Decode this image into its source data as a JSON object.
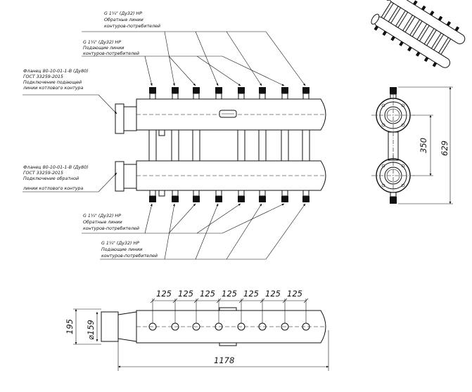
{
  "callouts": {
    "top_return": [
      "G 1¼\" (Ду32) НР",
      "Обратные линии",
      "контуров-потребителей"
    ],
    "top_supply": [
      "G 1¼\" (Ду32) НР",
      "Подающие линии",
      "контуров-потребителей"
    ],
    "flange_supply": [
      "Фланец 80-10-01-1-В (Ду80)",
      "ГОСТ 33259-2015",
      "Подключение подающей",
      "линии котлового контура"
    ],
    "flange_return": [
      "Фланец 80-10-01-1-В (Ду80)",
      "ГОСТ 33259-2015",
      "Подключение обратной",
      "линии котлового контура"
    ],
    "bottom_return": [
      "G 1¼\" (Ду32) НР",
      "Обратные линии",
      "контуров-потребителей"
    ],
    "bottom_supply": [
      "G 1¼\" (Ду32) НР",
      "Подающие линии",
      "контуров-потребителей"
    ]
  },
  "dimensions": {
    "pitch": [
      "125",
      "125",
      "125",
      "125",
      "125",
      "125",
      "125"
    ],
    "total_length": "1178",
    "height": "195",
    "diameter": "⌀159",
    "header_spacing": "350",
    "overall_height": "629"
  }
}
